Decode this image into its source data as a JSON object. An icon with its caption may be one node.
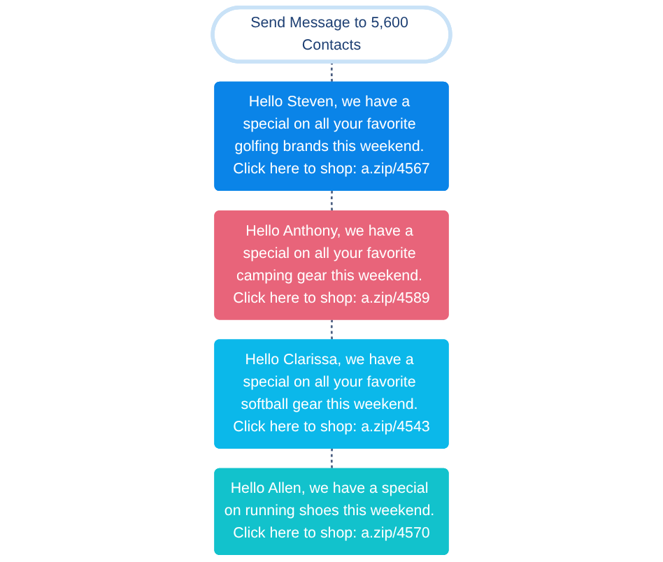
{
  "diagram": {
    "nodes": [
      {
        "text": [
          "Send Message to 5,600 Contacts"
        ]
      },
      {
        "text": [
          "Hello Steven, we have a special on all your favorite golfing brands this weekend. Click here to shop: a.zip/4567"
        ]
      },
      {
        "text": [
          "Hello Anthony, we have a special on all your favorite camping gear this weekend. Click here to shop: a.zip/4589"
        ]
      },
      {
        "text": [
          "Hello Clarissa, we have a special on all your favorite softball gear this weekend. Click here to shop: a.zip/4543"
        ]
      },
      {
        "text": [
          "Hello Allen, we have a special on running shoes this weekend. Click here to shop: a.zip/4570"
        ]
      }
    ],
    "edges": [
      {
        "from": 0,
        "to": 1,
        "arrow": "none",
        "style": "dashed"
      },
      {
        "from": 1,
        "to": 2,
        "arrow": "none",
        "style": "dashed"
      },
      {
        "from": 2,
        "to": 3,
        "arrow": "none",
        "style": "dashed"
      },
      {
        "from": 3,
        "to": 4,
        "arrow": "none",
        "style": "dashed"
      }
    ]
  }
}
